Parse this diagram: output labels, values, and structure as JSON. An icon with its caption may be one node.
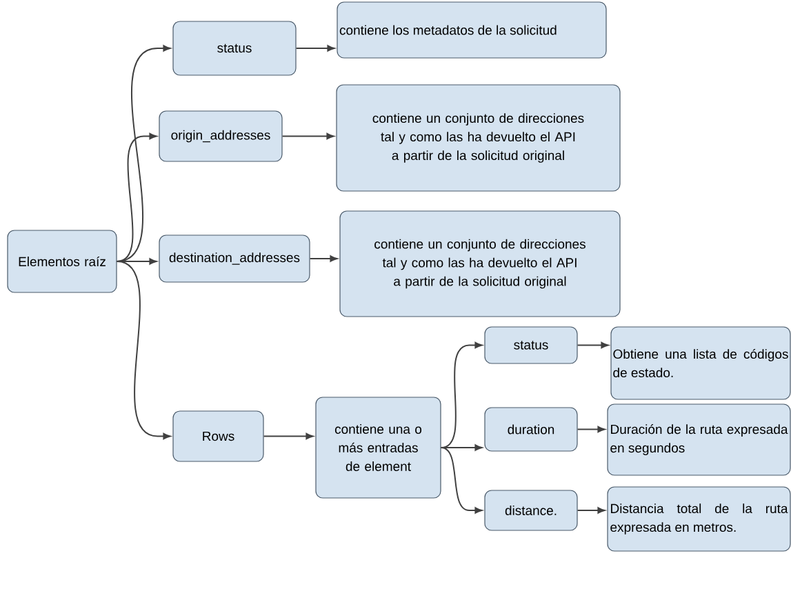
{
  "diagram": {
    "nodes": [
      {
        "text": [
          "Elementos raíz"
        ]
      },
      {
        "text": [
          "status"
        ]
      },
      {
        "text": [
          "contiene los metadatos de la solicitud"
        ]
      },
      {
        "text": [
          "origin_addresses"
        ]
      },
      {
        "text": [
          "contiene un conjunto de direcciones tal y como las ha devuelto el API a partir de la solicitud original"
        ]
      },
      {
        "text": [
          "destination_addresses"
        ]
      },
      {
        "text": [
          "contiene un conjunto de direcciones tal y como las ha devuelto el API a partir de la solicitud original"
        ]
      },
      {
        "text": [
          "Rows"
        ]
      },
      {
        "text": [
          "contiene una o más entradas de element"
        ]
      },
      {
        "text": [
          "status"
        ]
      },
      {
        "text": [
          "Obtiene una lista de códigos de estado."
        ]
      },
      {
        "text": [
          "duration"
        ]
      },
      {
        "text": [
          "Duración de la ruta expresada en segundos"
        ]
      },
      {
        "text": [
          "distance."
        ]
      },
      {
        "text": [
          "Distancia total de la ruta expresada en metros."
        ]
      }
    ],
    "edges": [
      {
        "from": 0,
        "to": 1,
        "arrow": "to"
      },
      {
        "from": 0,
        "to": 3,
        "arrow": "to"
      },
      {
        "from": 0,
        "to": 5,
        "arrow": "to"
      },
      {
        "from": 0,
        "to": 7,
        "arrow": "to"
      },
      {
        "from": 1,
        "to": 2,
        "arrow": "to"
      },
      {
        "from": 3,
        "to": 4,
        "arrow": "to"
      },
      {
        "from": 5,
        "to": 6,
        "arrow": "to"
      },
      {
        "from": 7,
        "to": 8,
        "arrow": "to"
      },
      {
        "from": 8,
        "to": 9,
        "arrow": "to"
      },
      {
        "from": 8,
        "to": 11,
        "arrow": "to"
      },
      {
        "from": 8,
        "to": 13,
        "arrow": "to"
      },
      {
        "from": 9,
        "to": 10,
        "arrow": "to"
      },
      {
        "from": 11,
        "to": 12,
        "arrow": "to"
      },
      {
        "from": 13,
        "to": 14,
        "arrow": "to"
      }
    ]
  }
}
